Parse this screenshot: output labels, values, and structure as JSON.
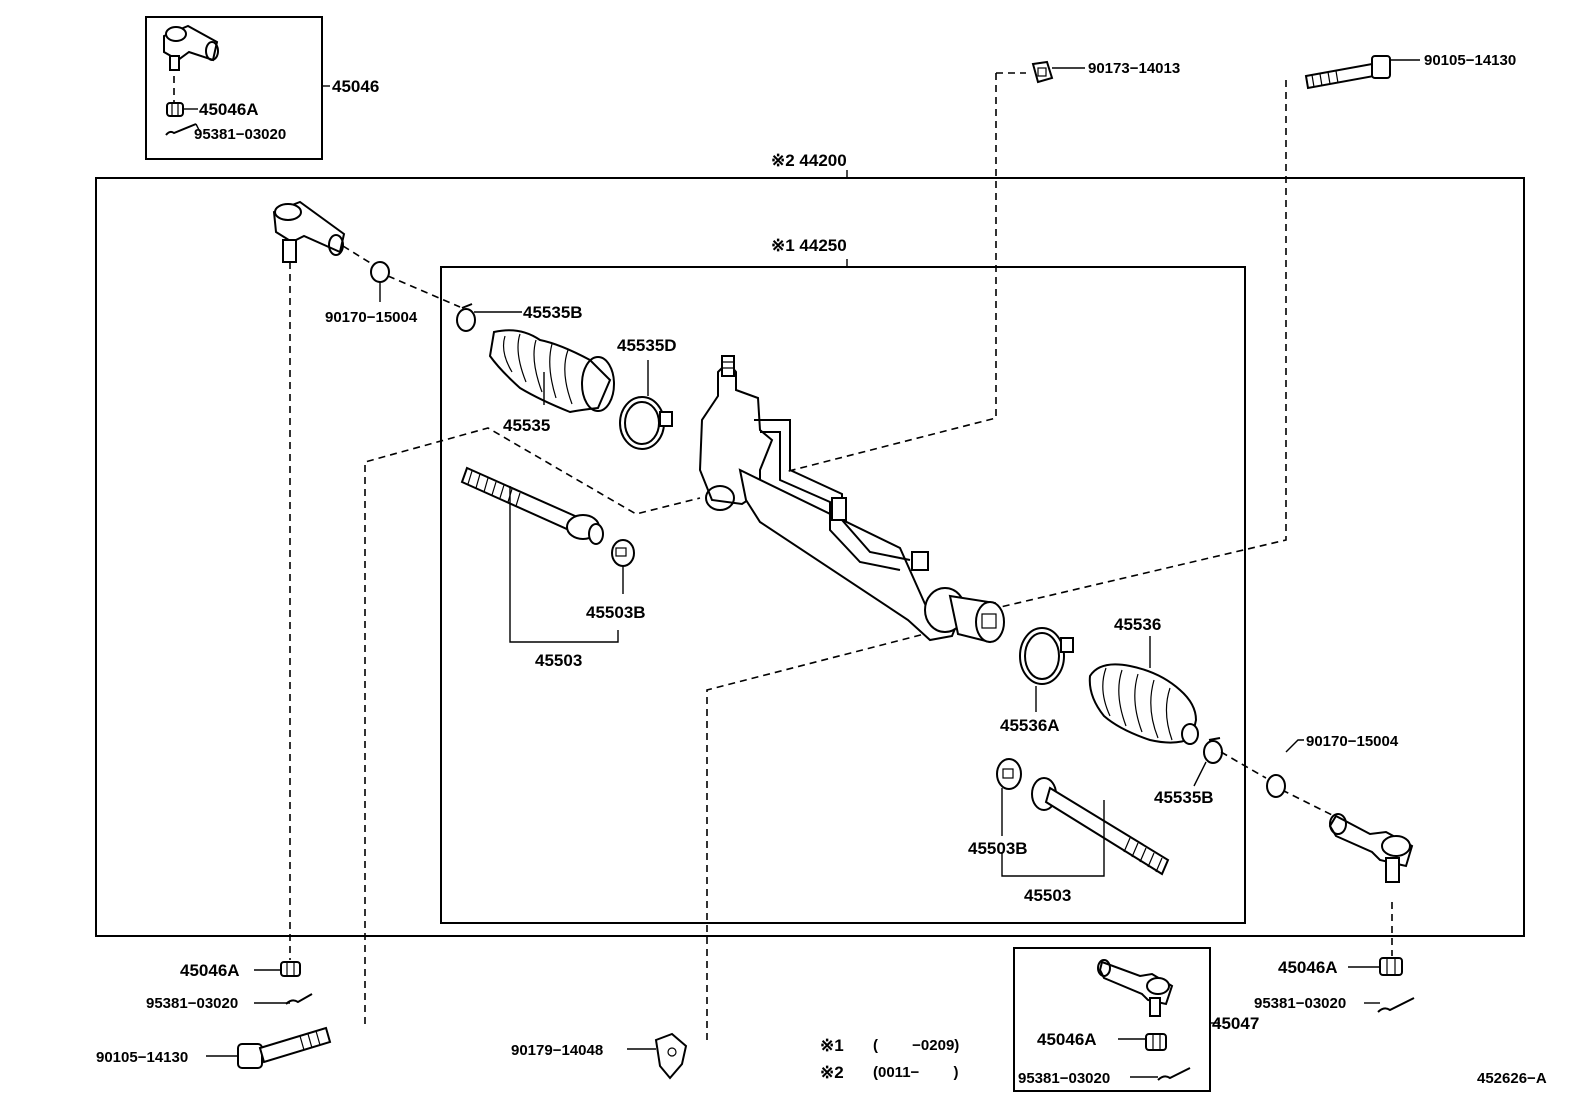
{
  "assemblies": {
    "outer": "※2 44200",
    "inner": "※1 44250"
  },
  "parts": {
    "p45046": "45046",
    "p45046A_top": "45046A",
    "p95381_top": "95381−03020",
    "p90173": "90173−14013",
    "p90105_top": "90105−14130",
    "p90170_left": "90170−15004",
    "p45535B_left": "45535B",
    "p45535D": "45535D",
    "p45535": "45535",
    "p45503B_left": "45503B",
    "p45503_left": "45503",
    "p45536": "45536",
    "p45536A": "45536A",
    "p90170_right": "90170−15004",
    "p45535B_right": "45535B",
    "p45503B_right": "45503B",
    "p45503_right": "45503",
    "p45046A_bl": "45046A",
    "p95381_bl": "95381−03020",
    "p90105_bl": "90105−14130",
    "p90179": "90179−14048",
    "p45047": "45047",
    "p45046A_br": "45046A",
    "p95381_br": "95381−03020",
    "p45046A_box": "45046A",
    "p95381_box": "95381−03020"
  },
  "notes": {
    "n1_mark": "※1",
    "n1_range": "(　　 −0209)",
    "n2_mark": "※2",
    "n2_range": "(0011−　　 )"
  },
  "figure_id": "452626−A"
}
